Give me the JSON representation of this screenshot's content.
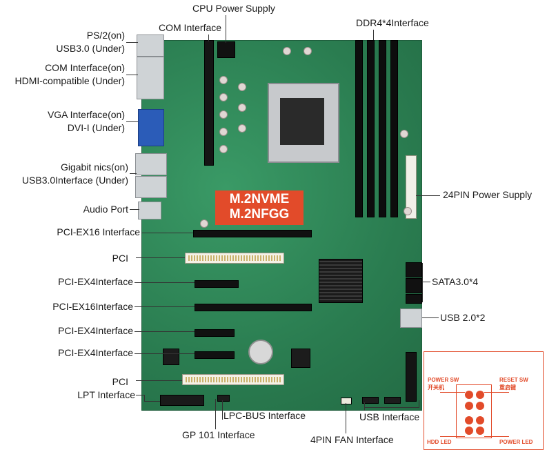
{
  "labels": {
    "cpu_power": "CPU Power Supply",
    "com_interface_top": "COM Interface",
    "ddr4": "DDR4*4Interface",
    "ps2_on": "PS/2(on)",
    "usb30_under": "USB3.0 (Under)",
    "com_on": "COM Interface(on)",
    "hdmi_under": "HDMI-compatible (Under)",
    "vga_on": "VGA Interface(on)",
    "dvi_under": "DVI-I (Under)",
    "gigabit_on": "Gigabit nics(on)",
    "usb30if_under": "USB3.0Interface (Under)",
    "audio": "Audio Port",
    "pciex16_1": "PCI-EX16 Interface",
    "pci_1": "PCI",
    "pciex4_1": "PCI-EX4Interface",
    "pciex16_2": "PCI-EX16Interface",
    "pciex4_2": "PCI-EX4Interface",
    "pciex4_3": "PCI-EX4Interface",
    "pci_2": "PCI",
    "lpt": "LPT Interface",
    "lpc_bus": "LPC-BUS Interface",
    "gp101": "GP 101 Interface",
    "fan": "4PIN FAN  Interface",
    "usb_interface": "USB Interface",
    "power24": "24PIN Power Supply",
    "sata": "SATA3.0*4",
    "usb20": "USB 2.0*2"
  },
  "badge": {
    "line1": "M.2NVME",
    "line2": "M.2NFGG"
  },
  "pin_diagram": {
    "power_sw": "POWER SW",
    "power_sw_cn": "开关机",
    "reset_sw": "RESET SW",
    "reset_sw_cn": "重启键",
    "hdd_led": "HDD LED",
    "power_led": "POWER LED",
    "accent": "#e24b2a"
  },
  "colors": {
    "board": "#2f8a58",
    "accent": "#e24b2a",
    "text": "#1a1a1a"
  }
}
